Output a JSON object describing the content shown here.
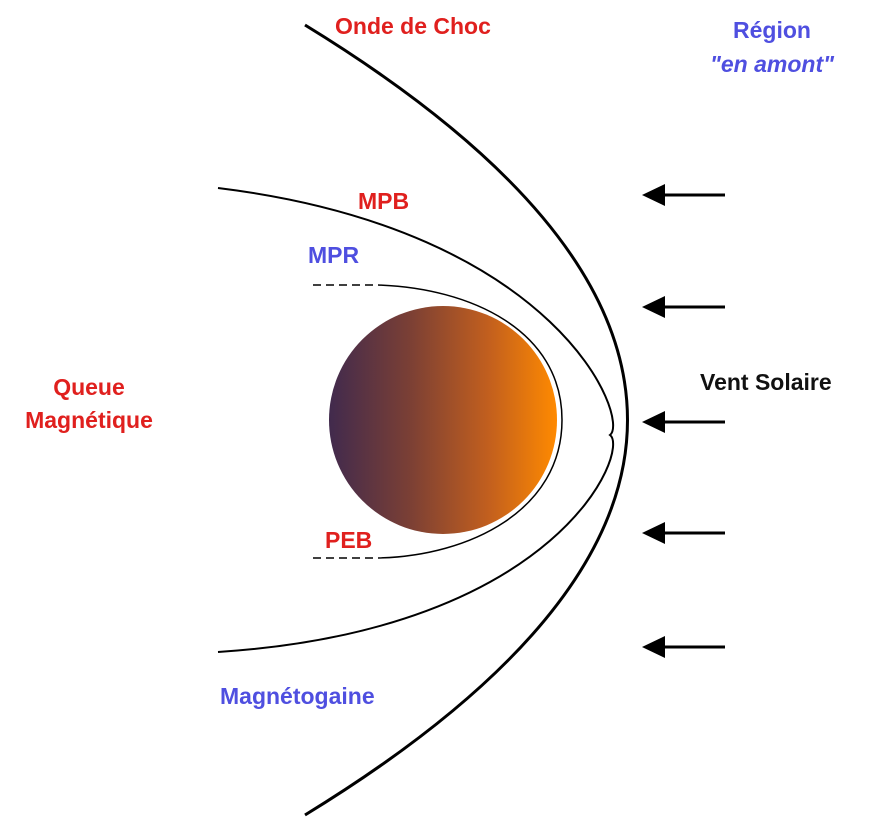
{
  "colors": {
    "red_label": "#e0201e",
    "blue_label": "#4f4fe0",
    "black_label": "#111111",
    "curve_stroke": "#000000",
    "planet_gradient": [
      "#412a4d",
      "#7a3f35",
      "#c25f1e",
      "#ff8a00"
    ]
  },
  "labels": {
    "bow_shock": "Onde de Choc",
    "upstream_line1": "Région",
    "upstream_line2": "\"en amont\"",
    "mpb": "MPB",
    "mpr": "MPR",
    "tail_line1": "Queue",
    "tail_line2": "Magnétique",
    "solar_wind": "Vent Solaire",
    "peb": "PEB",
    "magnetosheath": "Magnétogaine"
  },
  "solar_wind_arrow_count": 5
}
